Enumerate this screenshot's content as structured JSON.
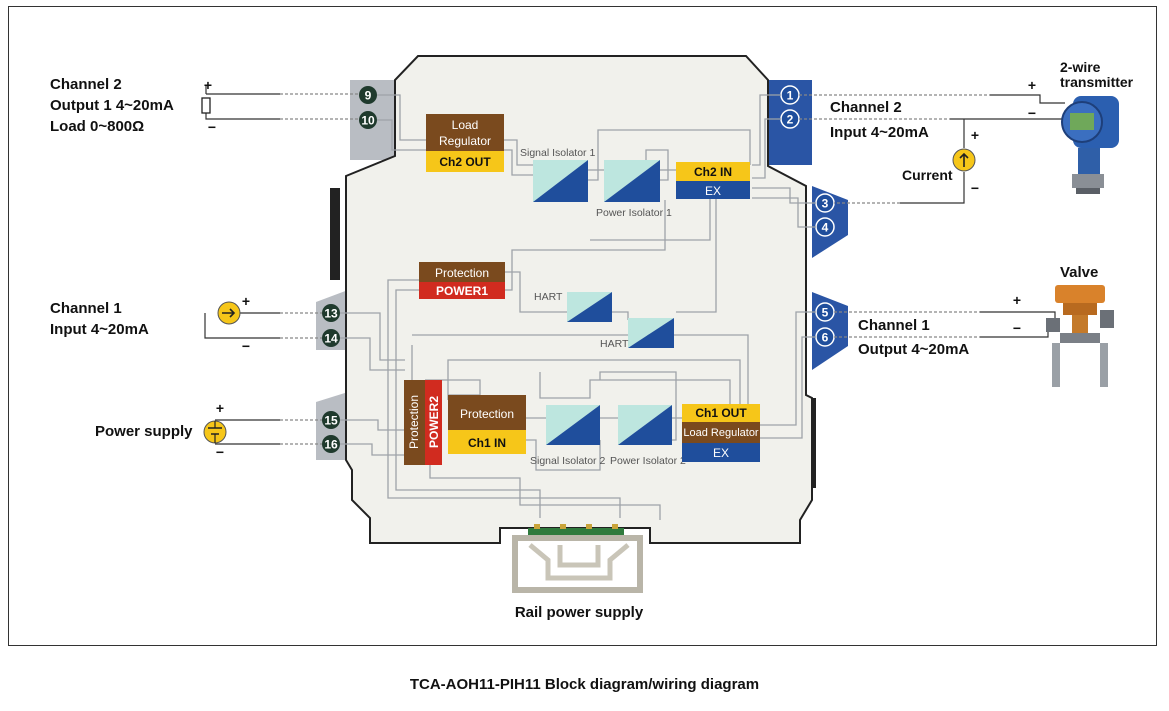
{
  "left": {
    "ch2_title": "Channel 2",
    "ch2_line2": "Output 1  4~20mA",
    "ch2_line3": "Load 0~800Ω",
    "ch1_title": "Channel 1",
    "ch1_line2": "Input  4~20mA",
    "power_label": "Power supply"
  },
  "right": {
    "transmitter_l1": "2-wire",
    "transmitter_l2": "transmitter",
    "ch2_title": "Channel 2",
    "ch2_line2": "Input  4~20mA",
    "current_label": "Current",
    "valve_label": "Valve",
    "ch1_title": "Channel 1",
    "ch1_line2": "Output  4~20mA"
  },
  "terminals": {
    "t1": "1",
    "t2": "2",
    "t3": "3",
    "t4": "4",
    "t5": "5",
    "t6": "6",
    "t9": "9",
    "t10": "10",
    "t13": "13",
    "t14": "14",
    "t15": "15",
    "t16": "16"
  },
  "signs": {
    "plus": "+",
    "minus": "−"
  },
  "blocks": {
    "load_regulator_top": "Load",
    "load_regulator_bottom": "Regulator",
    "ch2_out": "Ch2  OUT",
    "signal_isolator_1": "Signal Isolator 1",
    "power_isolator_1": "Power Isolator 1",
    "ch2_in": "Ch2  IN",
    "ex_top": "EX",
    "protection_1": "Protection",
    "power1": "POWER1",
    "hart_1": "HART",
    "hart_2": "HART",
    "protection_vert": "Protection",
    "power2": "POWER2",
    "protection_ch1": "Protection",
    "ch1_in": "Ch1  IN",
    "signal_isolator_2": "Signal Isolator 2",
    "power_isolator_2": "Power Isolator 2",
    "ch1_out": "Ch1  OUT",
    "load_regulator_ch1": "Load Regulator",
    "ex_bottom": "EX"
  },
  "rail_label": "Rail power supply",
  "caption": "TCA-AOH11-PIH11    Block diagram/wiring diagram",
  "colors": {
    "brown": "#7a4a1e",
    "yellow": "#f6c619",
    "blue": "#1f4e9c",
    "red": "#d12b1f",
    "teal": "#bde6df",
    "housing": "#f1f1ec",
    "terminal_dark": "#1f3a2d"
  }
}
